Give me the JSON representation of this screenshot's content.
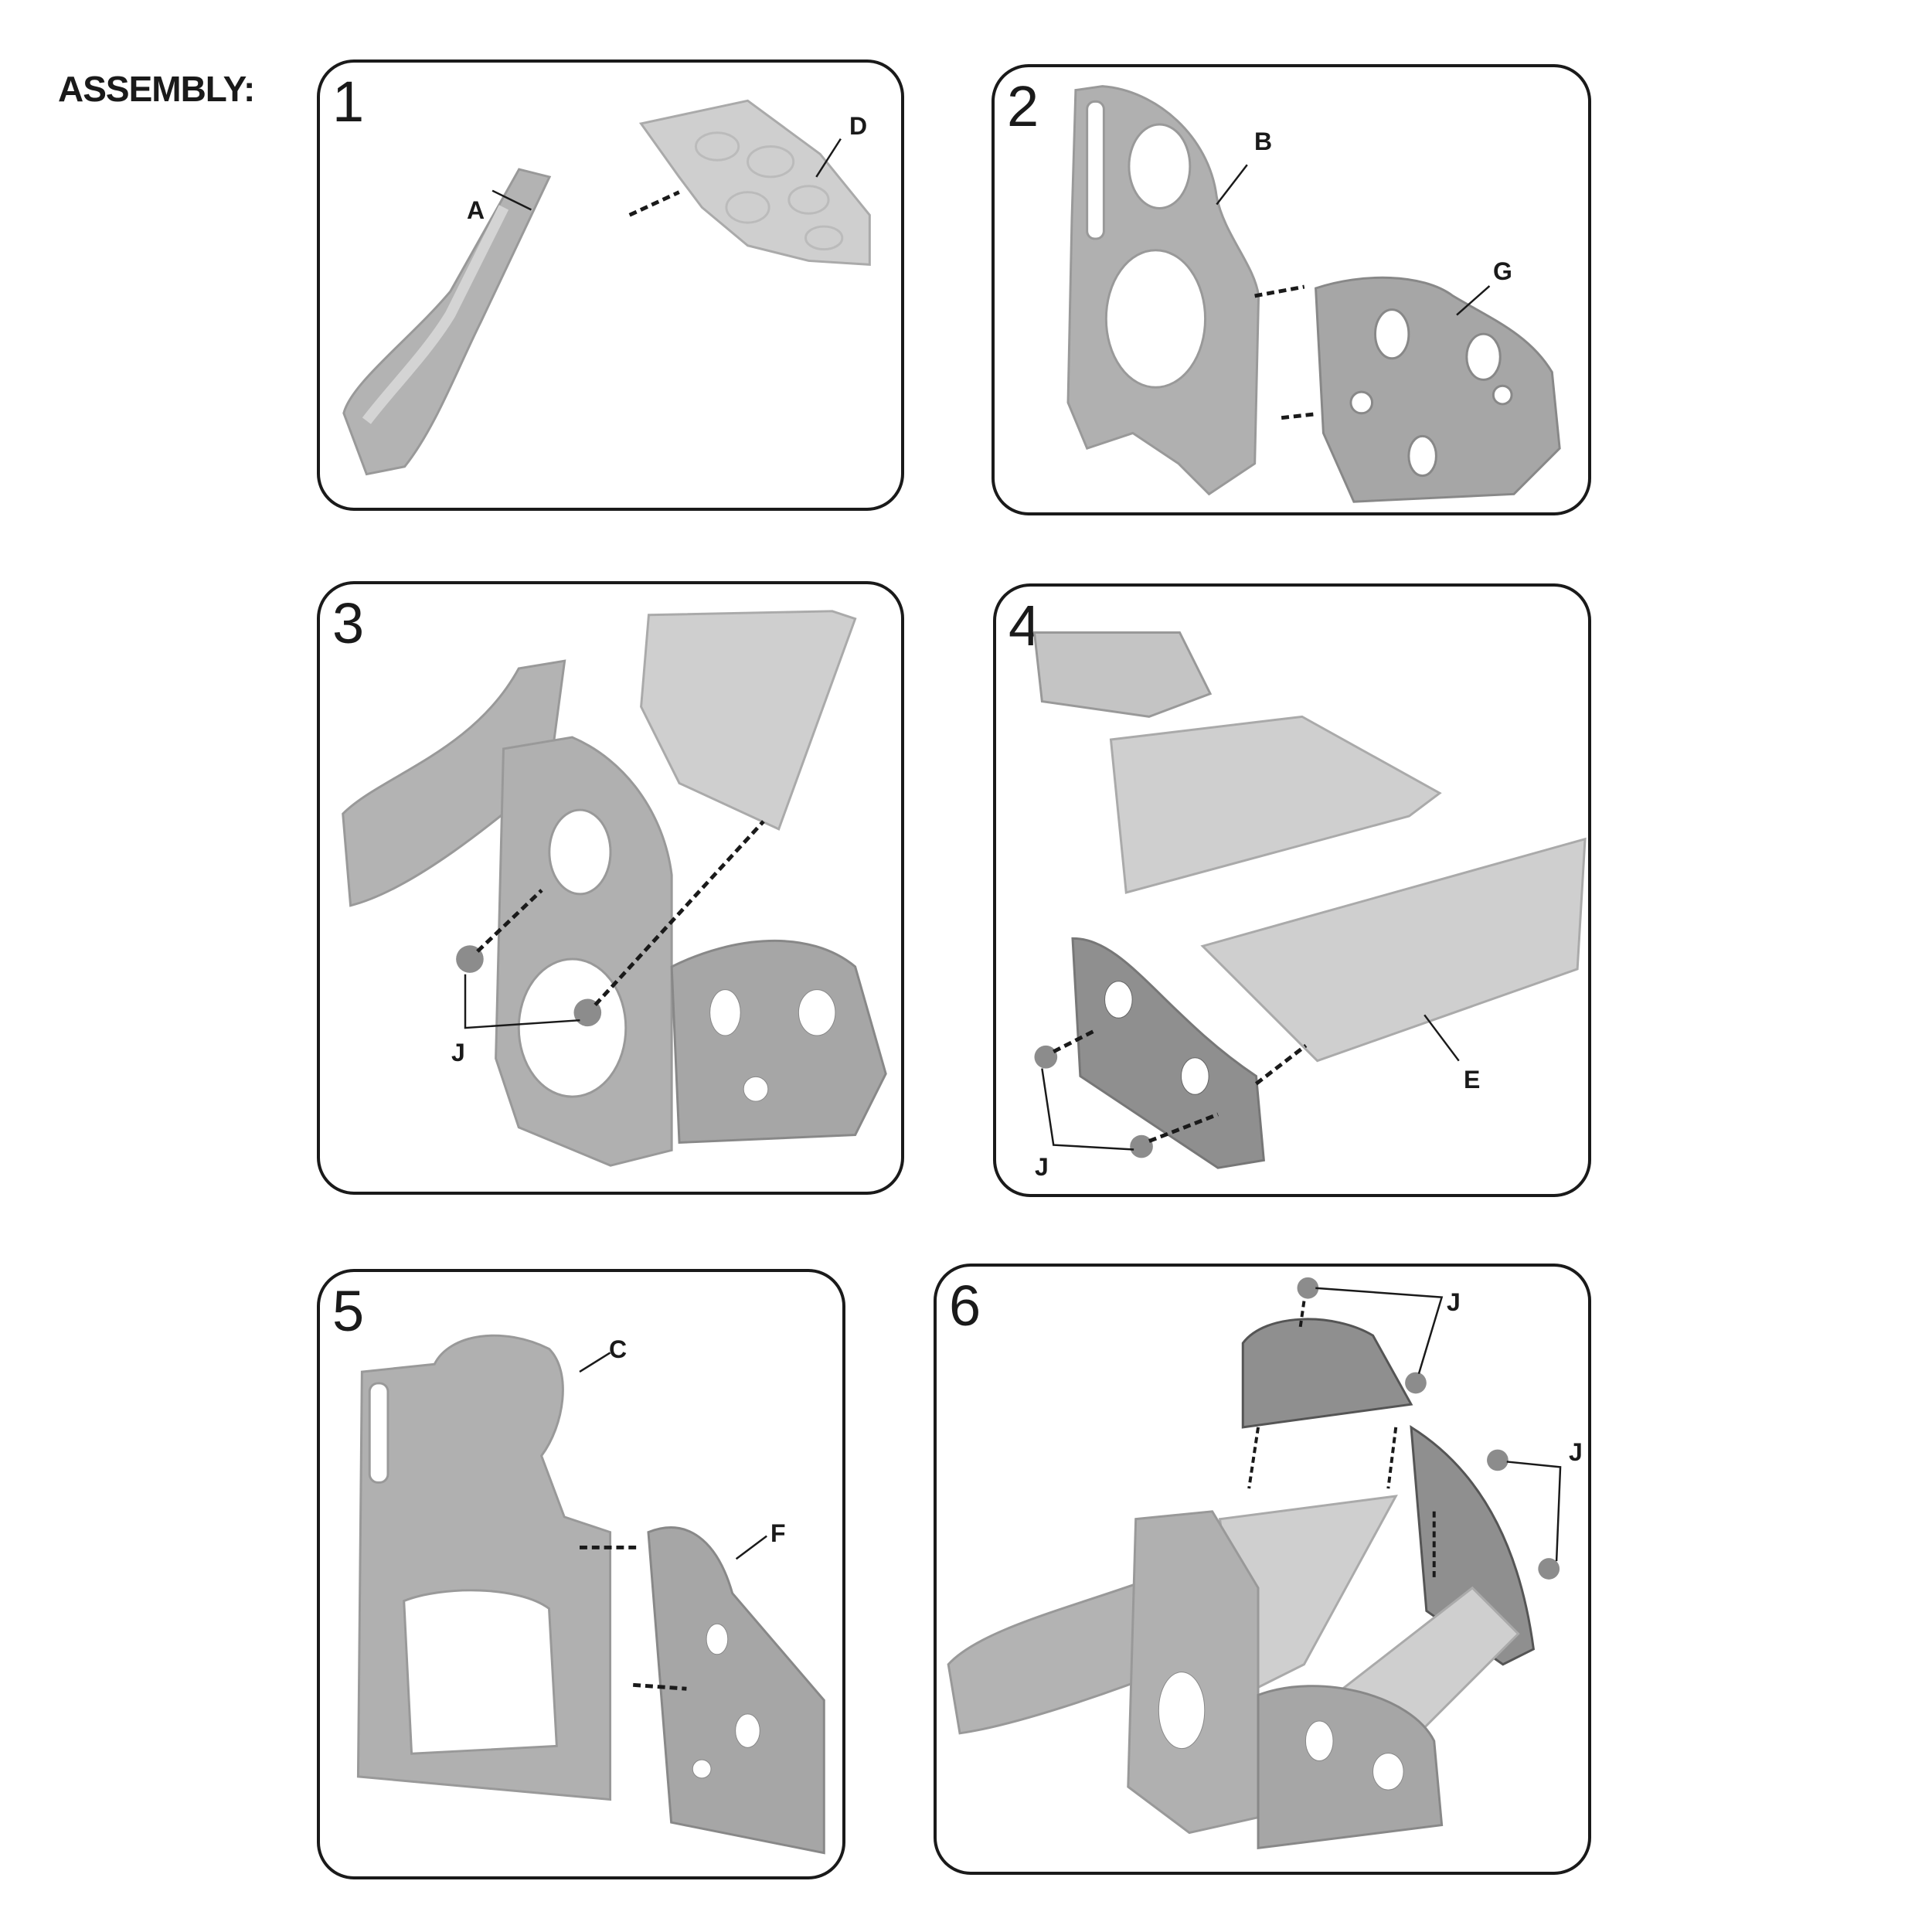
{
  "title": "ASSEMBLY:",
  "steps": [
    {
      "number": "1",
      "labels": [
        "A",
        "D"
      ]
    },
    {
      "number": "2",
      "labels": [
        "B",
        "G"
      ]
    },
    {
      "number": "3",
      "labels": [
        "J"
      ]
    },
    {
      "number": "4",
      "labels": [
        "E",
        "J"
      ]
    },
    {
      "number": "5",
      "labels": [
        "C",
        "F"
      ]
    },
    {
      "number": "6",
      "labels": [
        "J",
        "J"
      ]
    }
  ],
  "colors": {
    "part": "#a9a9a9",
    "part_light": "#cfcfcf",
    "part_dark": "#8c8c8c",
    "line": "#1a1a1a"
  }
}
